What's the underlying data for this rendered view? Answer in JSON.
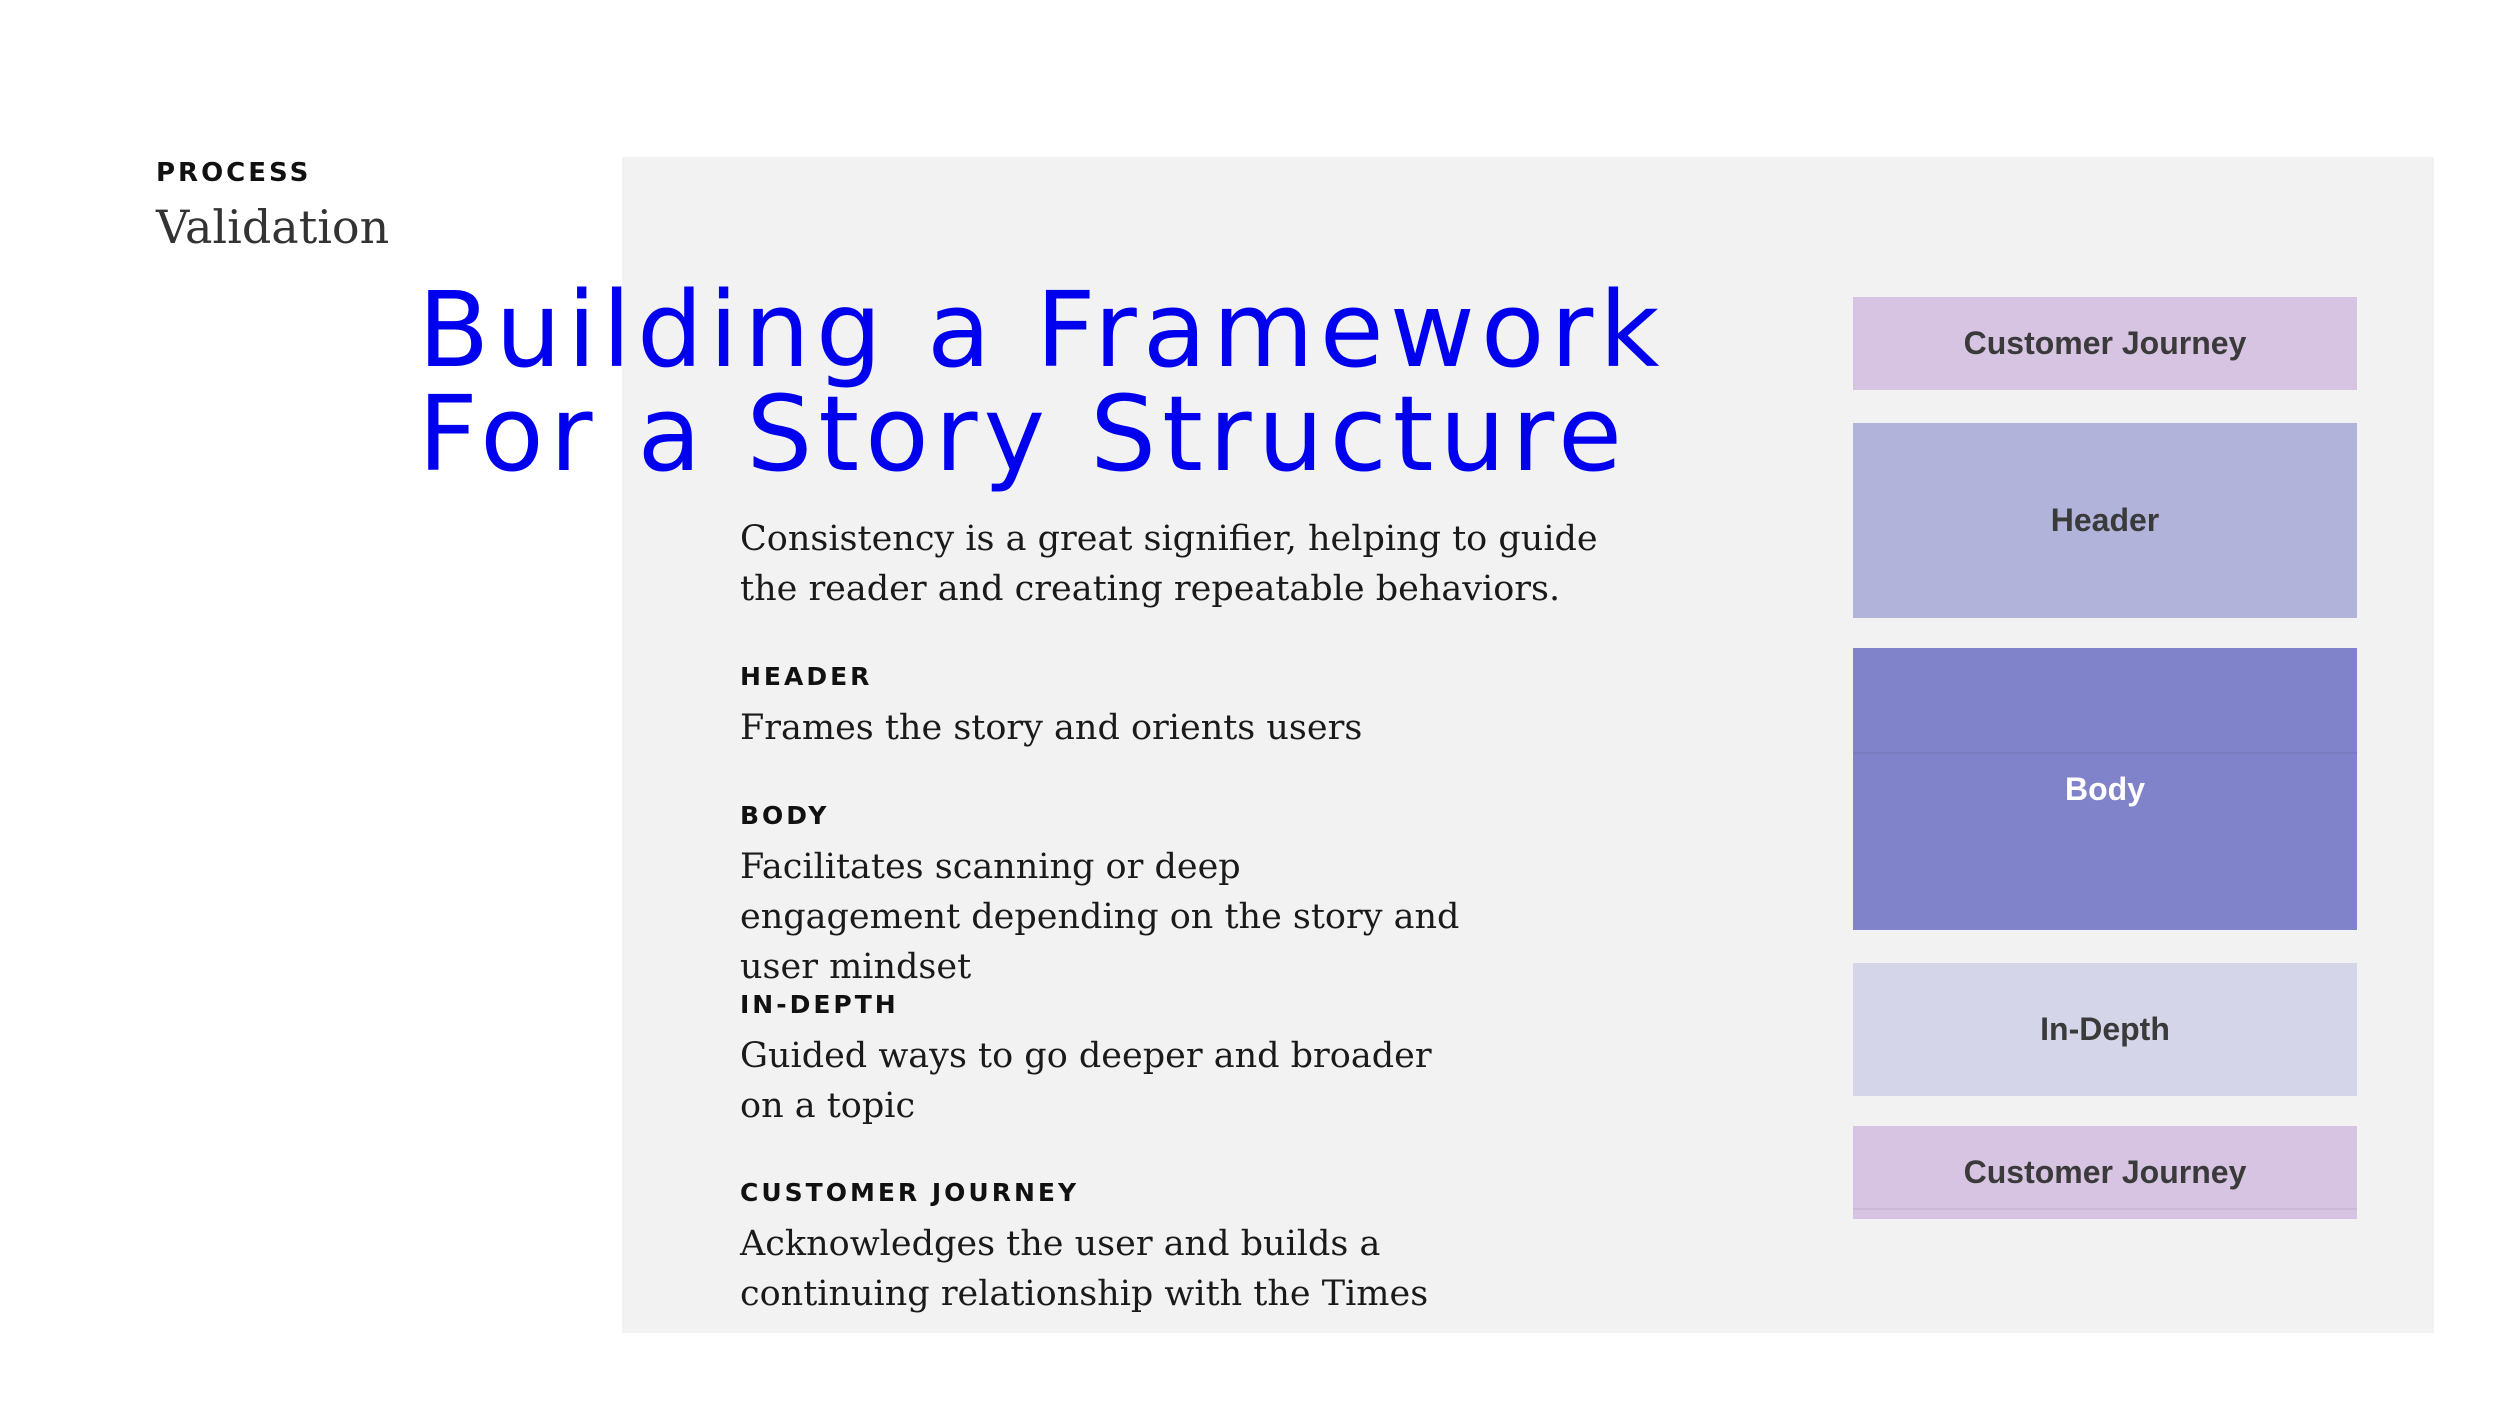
{
  "header": {
    "eyebrow": "PROCESS",
    "subtitle": "Validation"
  },
  "headline": {
    "line1": "Building a Framework",
    "line2": "For a Story Structure"
  },
  "intro": "Consistency is a great signifier, helping to guide the reader and creating repeatable behaviors.",
  "sections": [
    {
      "label": "HEADER",
      "text": "Frames the story and orients users"
    },
    {
      "label": "BODY",
      "text": "Facilitates scanning or deep engagement depending on the story and user mindset"
    },
    {
      "label": "IN-DEPTH",
      "text": "Guided ways to go deeper and broader on a topic"
    },
    {
      "label": "CUSTOMER JOURNEY",
      "text": "Acknowledges the user and builds a continuing relationship with the Times"
    }
  ],
  "diagram": {
    "blocks": [
      {
        "label": "Customer Journey",
        "color": "#d6c4e2",
        "text_color": "#3a3a3a"
      },
      {
        "label": "Header",
        "color": "#b1b3db",
        "text_color": "#3a3a3a"
      },
      {
        "label": "Body",
        "color": "#8083c9",
        "text_color": "#ffffff"
      },
      {
        "label": "In-Depth",
        "color": "#d5d5e9",
        "text_color": "#3a3a3a"
      },
      {
        "label": "Customer Journey",
        "color": "#d6c4e2",
        "text_color": "#3a3a3a"
      }
    ]
  },
  "colors": {
    "accent": "#0000ee",
    "panel_background": "#f2f2f2"
  }
}
